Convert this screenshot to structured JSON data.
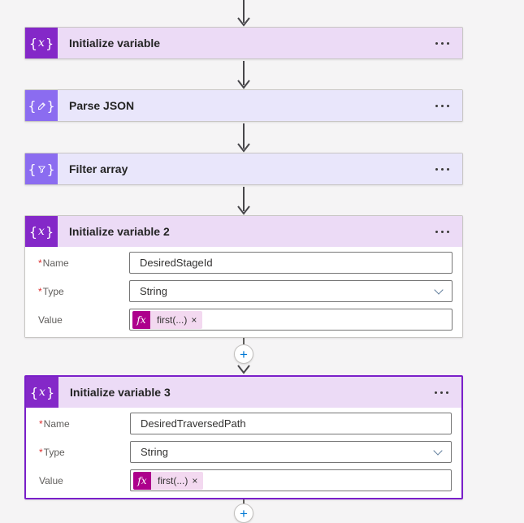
{
  "page": {
    "background": "#f5f4f5"
  },
  "colors": {
    "variable_icon_bg": "#8428c8",
    "variable_header_bg": "#ecdbf6",
    "data_operation_icon_bg": "#8b6cf0",
    "data_operation_header_bg": "#e9e6fb",
    "selected_card_border": "#7a1fc9",
    "expression_badge_bg": "#ad008c",
    "expression_token_bg": "#f3d9f0",
    "plus_button_color": "#0078d4",
    "arrow_color": "#47464a",
    "required_asterisk": "#dd2c2c"
  },
  "icons": {
    "brace_left": "{",
    "brace_right": "}",
    "variable_x": "x",
    "plus": "+",
    "token_remove": "×"
  },
  "flow": {
    "nodes": [
      {
        "title": "Initialize variable",
        "icon": "braces-x",
        "collapsed": true
      },
      {
        "title": "Parse JSON",
        "icon": "braces-pencil",
        "collapsed": true
      },
      {
        "title": "Filter array",
        "icon": "braces-funnel",
        "collapsed": true
      },
      {
        "title": "Initialize variable 2",
        "icon": "braces-x",
        "collapsed": false,
        "form": {
          "name": {
            "required": "*",
            "label": "Name",
            "value": "DesiredStageId"
          },
          "type": {
            "required": "*",
            "label": "Type",
            "value": "String"
          },
          "value": {
            "label": "Value",
            "token": {
              "fx": "fx",
              "text": "first(...)"
            }
          }
        }
      },
      {
        "title": "Initialize variable 3",
        "icon": "braces-x",
        "collapsed": false,
        "selected": true,
        "form": {
          "name": {
            "required": "*",
            "label": "Name",
            "value": "DesiredTraversedPath"
          },
          "type": {
            "required": "*",
            "label": "Type",
            "value": "String"
          },
          "value": {
            "label": "Value",
            "token": {
              "fx": "fx",
              "text": "first(...)"
            }
          }
        }
      }
    ]
  }
}
